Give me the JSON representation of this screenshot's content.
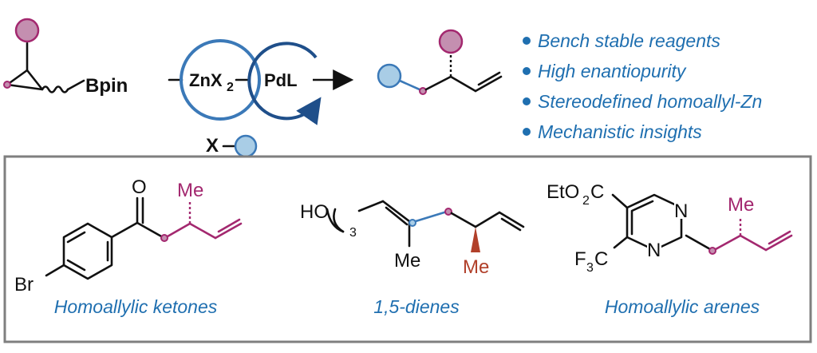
{
  "scheme": {
    "reagent": {
      "group": "Bpin"
    },
    "catalysts": {
      "zinc": {
        "label_main": "ZnX",
        "label_sub": "2"
      },
      "palladium": {
        "label": "PdL"
      }
    },
    "coupling_partner": {
      "label": "X"
    }
  },
  "features": [
    "Bench stable reagents",
    "High enantiopurity",
    "Stereodefined homoallyl-Zn",
    "Mechanistic insights"
  ],
  "examples": {
    "ketones": {
      "caption": "Homoallylic ketones",
      "atoms": {
        "carbonyl_o": "O",
        "methyl": "Me",
        "halogen": "Br"
      }
    },
    "dienes": {
      "caption": "1,5-dienes",
      "atoms": {
        "hydroxy": "HO",
        "subscript": "3",
        "methyl_left": "Me",
        "methyl_right": "Me"
      }
    },
    "arenes": {
      "caption": "Homoallylic arenes",
      "atoms": {
        "ester_a": "EtO",
        "ester_sub": "2",
        "ester_b": "C",
        "cf3_a": "F",
        "cf3_sub": "3",
        "cf3_b": "C",
        "n_top": "N",
        "n_bottom": "N",
        "methyl": "Me"
      }
    }
  },
  "colors": {
    "accent_blue": "#1f6fb0",
    "substituent_magenta": "#a3286f",
    "methyl_brown": "#b1402a",
    "ball_blue_fill": "#a9cde6",
    "ball_magenta_fill": "#c48fb0",
    "frame_gray": "#7f7f7f"
  },
  "icons": {
    "substituent": "circle-ball",
    "catalytic_cycle": "arc-arrow",
    "bullet": "dot"
  }
}
